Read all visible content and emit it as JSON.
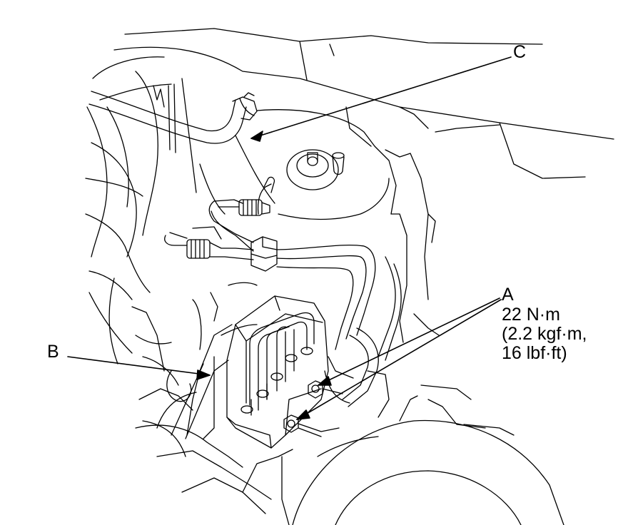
{
  "labels": {
    "a": "A",
    "b": "B",
    "c": "C"
  },
  "torque_spec": {
    "line1": "22 N·m",
    "line2": "(2.2 kgf·m,",
    "line3": "16 lbf·ft)"
  },
  "colors": {
    "ink": "#000000",
    "paper": "#ffffff"
  }
}
